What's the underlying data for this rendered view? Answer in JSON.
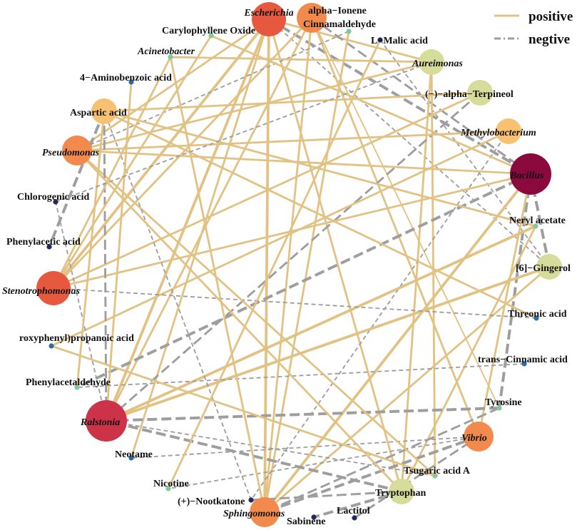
{
  "legend": {
    "positive_label": "positive",
    "negative_label": "negtive",
    "positive_color": "#e2c282",
    "negative_color": "#9e9e9e"
  },
  "node_colors": {
    "bacteria_dark": "#8b0a3e",
    "bacteria_red": "#cc3348",
    "bacteria_orange_red": "#e7593f",
    "bacteria_orange": "#f28a4e",
    "bacteria_light_orange": "#f8c172",
    "bacteria_pale": "#d6dc9a",
    "metabolite_blue": "#2b6ba8",
    "metabolite_green": "#7fc99a",
    "metabolite_navy": "#22285d"
  },
  "nodes": [
    {
      "id": "escherichia",
      "label": "Escherichia",
      "italic": true,
      "color": "bacteria_orange_red",
      "size": "large"
    },
    {
      "id": "alpha_ionene",
      "label": "alpha−Ionene",
      "italic": false,
      "color": "bacteria_orange",
      "size": "medium"
    },
    {
      "id": "cinnamaldehyde",
      "label": "Cinnamaldehyde",
      "italic": false,
      "color": "metabolite_green",
      "size": "dot"
    },
    {
      "id": "malic",
      "label": "L−Malic acid",
      "italic": false,
      "color": "metabolite_navy",
      "size": "dot"
    },
    {
      "id": "aureimonas",
      "label": "Aureimonas",
      "italic": true,
      "color": "bacteria_pale",
      "size": "small"
    },
    {
      "id": "terpineol",
      "label": "(−)−alpha−Terpineol",
      "italic": false,
      "color": "bacteria_pale",
      "size": "small"
    },
    {
      "id": "methylobacterium",
      "label": "Methylobacterium",
      "italic": true,
      "color": "bacteria_light_orange",
      "size": "small"
    },
    {
      "id": "bacillus",
      "label": "Bacillus",
      "italic": true,
      "color": "bacteria_dark",
      "size": "xlarge"
    },
    {
      "id": "neryl",
      "label": "Neryl acetate",
      "italic": false,
      "color": "metabolite_green",
      "size": "dot"
    },
    {
      "id": "gingerol",
      "label": "[6]−Gingerol",
      "italic": false,
      "color": "bacteria_pale",
      "size": "small"
    },
    {
      "id": "threonic",
      "label": "Threonic acid",
      "italic": false,
      "color": "metabolite_blue",
      "size": "dot"
    },
    {
      "id": "cinnamic",
      "label": "trans−Cinnamic acid",
      "italic": false,
      "color": "metabolite_blue",
      "size": "dot"
    },
    {
      "id": "tyrosine",
      "label": "Tyrosine",
      "italic": false,
      "color": "metabolite_green",
      "size": "dot"
    },
    {
      "id": "vibrio",
      "label": "Vibrio",
      "italic": true,
      "color": "bacteria_orange",
      "size": "medium"
    },
    {
      "id": "tsugaric",
      "label": "Tsugaric acid A",
      "italic": false,
      "color": "metabolite_green",
      "size": "dot"
    },
    {
      "id": "tryptophan",
      "label": "Tryptophan",
      "italic": false,
      "color": "bacteria_pale",
      "size": "small"
    },
    {
      "id": "lactitol",
      "label": "Lactitol",
      "italic": false,
      "color": "metabolite_navy",
      "size": "dot"
    },
    {
      "id": "sabinene",
      "label": "Sabinene",
      "italic": false,
      "color": "metabolite_navy",
      "size": "dot"
    },
    {
      "id": "sphingomonas",
      "label": "Sphingomonas",
      "italic": true,
      "color": "bacteria_orange",
      "size": "medium"
    },
    {
      "id": "nootkatone",
      "label": "(+)−Nootkatone",
      "italic": false,
      "color": "metabolite_navy",
      "size": "dot"
    },
    {
      "id": "nicotine",
      "label": "Nicotine",
      "italic": false,
      "color": "metabolite_green",
      "size": "dot"
    },
    {
      "id": "neotame",
      "label": "Neotame",
      "italic": false,
      "color": "metabolite_blue",
      "size": "dot"
    },
    {
      "id": "ralstonia",
      "label": "Ralstonia",
      "italic": true,
      "color": "bacteria_red",
      "size": "xlarge"
    },
    {
      "id": "phenylacetaldehyde",
      "label": "Phenylacetaldehyde",
      "italic": false,
      "color": "metabolite_green",
      "size": "dot"
    },
    {
      "id": "propanoic",
      "label": "roxyphenyl)propanoic acid",
      "italic": false,
      "color": "metabolite_blue",
      "size": "dot"
    },
    {
      "id": "stenotrophomonas",
      "label": "Stenotrophomonas",
      "italic": true,
      "color": "bacteria_orange_red",
      "size": "large"
    },
    {
      "id": "phenylacetic",
      "label": "Phenylacetic acid",
      "italic": false,
      "color": "metabolite_navy",
      "size": "dot"
    },
    {
      "id": "chlorogenic",
      "label": "Chlorogenic acid",
      "italic": false,
      "color": "metabolite_navy",
      "size": "dot"
    },
    {
      "id": "pseudomonas",
      "label": "Pseudomonas",
      "italic": true,
      "color": "bacteria_orange",
      "size": "medium"
    },
    {
      "id": "aspartic",
      "label": "Aspartic acid",
      "italic": false,
      "color": "bacteria_light_orange",
      "size": "small"
    },
    {
      "id": "aminobenzoic",
      "label": "4−Aminobenzoic acid",
      "italic": false,
      "color": "metabolite_blue",
      "size": "dot"
    },
    {
      "id": "acinetobacter",
      "label": "Acinetobacter",
      "italic": true,
      "color": "metabolite_green",
      "size": "dot"
    },
    {
      "id": "caryophyllene",
      "label": "Carylophyllene Oxide",
      "italic": false,
      "color": "metabolite_green",
      "size": "dot"
    }
  ],
  "edges": [
    {
      "a": "escherichia",
      "b": "ralstonia",
      "type": "positive",
      "weight": 3
    },
    {
      "a": "escherichia",
      "b": "stenotrophomonas",
      "type": "positive",
      "weight": 3
    },
    {
      "a": "escherichia",
      "b": "pseudomonas",
      "type": "positive",
      "weight": 2
    },
    {
      "a": "escherichia",
      "b": "sphingomonas",
      "type": "positive",
      "weight": 3
    },
    {
      "a": "escherichia",
      "b": "tryptophan",
      "type": "positive",
      "weight": 2
    },
    {
      "a": "escherichia",
      "b": "bacillus",
      "type": "negative",
      "weight": 3
    },
    {
      "a": "escherichia",
      "b": "aureimonas",
      "type": "positive",
      "weight": 2
    },
    {
      "a": "escherichia",
      "b": "neotame",
      "type": "positive",
      "weight": 2
    },
    {
      "a": "escherichia",
      "b": "gingerol",
      "type": "negative",
      "weight": 1
    },
    {
      "a": "alpha_ionene",
      "b": "ralstonia",
      "type": "positive",
      "weight": 2
    },
    {
      "a": "alpha_ionene",
      "b": "stenotrophomonas",
      "type": "positive",
      "weight": 2
    },
    {
      "a": "alpha_ionene",
      "b": "sphingomonas",
      "type": "positive",
      "weight": 2
    },
    {
      "a": "alpha_ionene",
      "b": "vibrio",
      "type": "positive",
      "weight": 2
    },
    {
      "a": "alpha_ionene",
      "b": "tyrosine",
      "type": "positive",
      "weight": 1
    },
    {
      "a": "alpha_ionene",
      "b": "bacillus",
      "type": "negative",
      "weight": 2
    },
    {
      "a": "cinnamaldehyde",
      "b": "sphingomonas",
      "type": "positive",
      "weight": 2
    },
    {
      "a": "cinnamaldehyde",
      "b": "pseudomonas",
      "type": "negative",
      "weight": 1
    },
    {
      "a": "malic",
      "b": "gingerol",
      "type": "negative",
      "weight": 1
    },
    {
      "a": "aureimonas",
      "b": "pseudomonas",
      "type": "positive",
      "weight": 2
    },
    {
      "a": "aureimonas",
      "b": "tryptophan",
      "type": "positive",
      "weight": 2
    },
    {
      "a": "aureimonas",
      "b": "acinetobacter",
      "type": "positive",
      "weight": 2
    },
    {
      "a": "aureimonas",
      "b": "tsugaric",
      "type": "positive",
      "weight": 2
    },
    {
      "a": "terpineol",
      "b": "aspartic",
      "type": "positive",
      "weight": 2
    },
    {
      "a": "terpineol",
      "b": "stenotrophomonas",
      "type": "positive",
      "weight": 2
    },
    {
      "a": "terpineol",
      "b": "ralstonia",
      "type": "negative",
      "weight": 2
    },
    {
      "a": "methylobacterium",
      "b": "pseudomonas",
      "type": "positive",
      "weight": 2
    },
    {
      "a": "methylobacterium",
      "b": "propanoic",
      "type": "positive",
      "weight": 2
    },
    {
      "a": "methylobacterium",
      "b": "nootkatone",
      "type": "negative",
      "weight": 1
    },
    {
      "a": "bacillus",
      "b": "stenotrophomonas",
      "type": "positive",
      "weight": 2
    },
    {
      "a": "bacillus",
      "b": "sphingomonas",
      "type": "positive",
      "weight": 3
    },
    {
      "a": "bacillus",
      "b": "phenylacetaldehyde",
      "type": "negative",
      "weight": 3
    },
    {
      "a": "bacillus",
      "b": "tyrosine",
      "type": "negative",
      "weight": 3
    },
    {
      "a": "bacillus",
      "b": "caryophyllene",
      "type": "positive",
      "weight": 2
    },
    {
      "a": "bacillus",
      "b": "vibrio",
      "type": "positive",
      "weight": 2
    },
    {
      "a": "neryl",
      "b": "ralstonia",
      "type": "positive",
      "weight": 3
    },
    {
      "a": "neryl",
      "b": "tryptophan",
      "type": "positive",
      "weight": 2
    },
    {
      "a": "neryl",
      "b": "aspartic",
      "type": "positive",
      "weight": 2
    },
    {
      "a": "gingerol",
      "b": "ralstonia",
      "type": "positive",
      "weight": 3
    },
    {
      "a": "gingerol",
      "b": "sphingomonas",
      "type": "positive",
      "weight": 2
    },
    {
      "a": "gingerol",
      "b": "bacillus",
      "type": "negative",
      "weight": 3
    },
    {
      "a": "threonic",
      "b": "stenotrophomonas",
      "type": "negative",
      "weight": 1
    },
    {
      "a": "threonic",
      "b": "aspartic",
      "type": "positive",
      "weight": 2
    },
    {
      "a": "cinnamic",
      "b": "phenylacetaldehyde",
      "type": "negative",
      "weight": 1
    },
    {
      "a": "tyrosine",
      "b": "ralstonia",
      "type": "negative",
      "weight": 3
    },
    {
      "a": "tyrosine",
      "b": "sphingomonas",
      "type": "negative",
      "weight": 2
    },
    {
      "a": "vibrio",
      "b": "nicotine",
      "type": "negative",
      "weight": 1
    },
    {
      "a": "vibrio",
      "b": "neotame",
      "type": "negative",
      "weight": 1
    },
    {
      "a": "vibrio",
      "b": "sphingomonas",
      "type": "negative",
      "weight": 3
    },
    {
      "a": "tsugaric",
      "b": "ralstonia",
      "type": "negative",
      "weight": 1
    },
    {
      "a": "tsugaric",
      "b": "pseudomonas",
      "type": "positive",
      "weight": 2
    },
    {
      "a": "tryptophan",
      "b": "ralstonia",
      "type": "negative",
      "weight": 3
    },
    {
      "a": "tryptophan",
      "b": "sabinene",
      "type": "negative",
      "weight": 3
    },
    {
      "a": "lactitol",
      "b": "vibrio",
      "type": "negative",
      "weight": 2
    },
    {
      "a": "sphingomonas",
      "b": "acinetobacter",
      "type": "positive",
      "weight": 2
    },
    {
      "a": "nootkatone",
      "b": "tryptophan",
      "type": "negative",
      "weight": 2
    },
    {
      "a": "nootkatone",
      "b": "aspartic",
      "type": "negative",
      "weight": 1
    },
    {
      "a": "ralstonia",
      "b": "aspartic",
      "type": "negative",
      "weight": 2
    },
    {
      "a": "ralstonia",
      "b": "chlorogenic",
      "type": "negative",
      "weight": 1
    },
    {
      "a": "ralstonia",
      "b": "aminobenzoic",
      "type": "positive",
      "weight": 2
    },
    {
      "a": "phenylacetaldehyde",
      "b": "aspartic",
      "type": "positive",
      "weight": 2
    },
    {
      "a": "stenotrophomonas",
      "b": "acinetobacter",
      "type": "positive",
      "weight": 2
    },
    {
      "a": "stenotrophomonas",
      "b": "caryophyllene",
      "type": "positive",
      "weight": 2
    },
    {
      "a": "pseudomonas",
      "b": "bacillus",
      "type": "positive",
      "weight": 2
    },
    {
      "a": "pseudomonas",
      "b": "tryptophan",
      "type": "positive",
      "weight": 2
    },
    {
      "a": "aspartic",
      "b": "phenylacetic",
      "type": "negative",
      "weight": 3
    },
    {
      "a": "chlorogenic",
      "b": "aureimonas",
      "type": "negative",
      "weight": 1
    },
    {
      "a": "propanoic",
      "b": "tsugaric",
      "type": "positive",
      "weight": 2
    },
    {
      "a": "malic",
      "b": "nicotine",
      "type": "positive",
      "weight": 2
    }
  ]
}
